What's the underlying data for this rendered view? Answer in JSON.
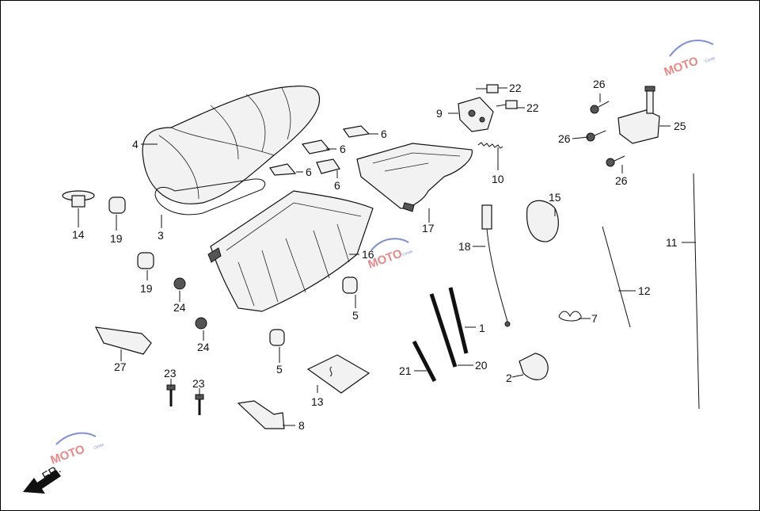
{
  "diagram": {
    "callouts": [
      "1",
      "2",
      "3",
      "4",
      "5",
      "5",
      "6",
      "6",
      "6",
      "6",
      "7",
      "8",
      "9",
      "10",
      "11",
      "12",
      "13",
      "14",
      "15",
      "16",
      "17",
      "18",
      "19",
      "19",
      "20",
      "21",
      "22",
      "22",
      "23",
      "23",
      "24",
      "24",
      "25",
      "26",
      "26",
      "26",
      "27"
    ],
    "direction_label": "FR.",
    "watermark": {
      "text": "MOTO",
      "subtext": "Cente"
    }
  },
  "colors": {
    "line": "#111111",
    "background": "#ffffff",
    "watermark": "#e58a8a",
    "watermark_accent": "#7f8fd0"
  }
}
